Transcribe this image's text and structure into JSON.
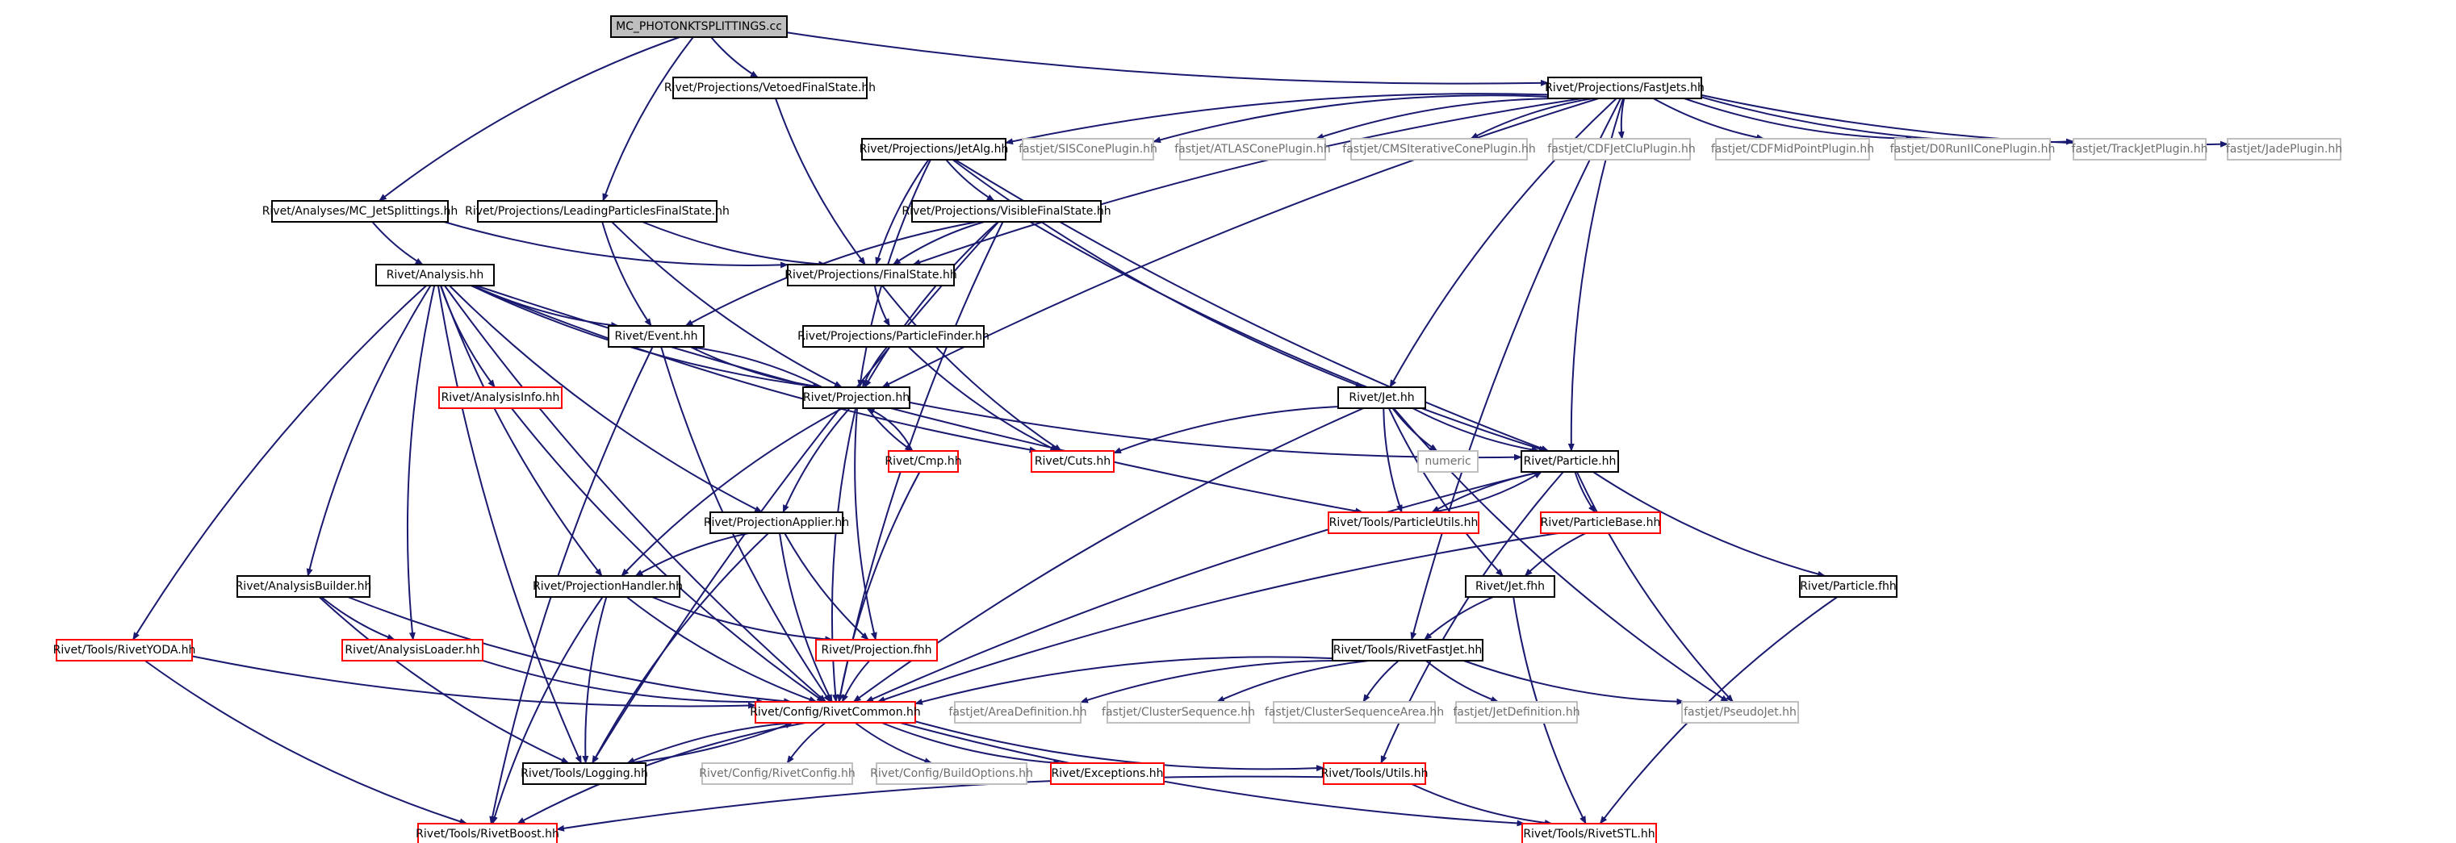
{
  "title": "MC_PHOTONKTSPLITTINGS.cc",
  "colors": {
    "edge": "#191970",
    "file_border": "#000000",
    "missing_border": "#bfbfbf",
    "error_border": "#ff0000",
    "root_fill": "#bfbfbf",
    "text": "#000000",
    "missing_text": "#6e6e6e"
  },
  "nodes": [
    {
      "id": "root",
      "label": "MC_PHOTONKTSPLITTINGS.cc",
      "kind": "root"
    },
    {
      "id": "vetoed",
      "label": "Rivet/Projections/VetoedFinalState.hh",
      "kind": "file"
    },
    {
      "id": "fastjets",
      "label": "Rivet/Projections/FastJets.hh",
      "kind": "file"
    },
    {
      "id": "mcjet",
      "label": "Rivet/Analyses/MC_JetSplittings.hh",
      "kind": "file"
    },
    {
      "id": "leading",
      "label": "Rivet/Projections/LeadingParticlesFinalState.hh",
      "kind": "file"
    },
    {
      "id": "jetalg",
      "label": "Rivet/Projections/JetAlg.hh",
      "kind": "file"
    },
    {
      "id": "siscone",
      "label": "fastjet/SISConePlugin.hh",
      "kind": "missing"
    },
    {
      "id": "atlascone",
      "label": "fastjet/ATLASConePlugin.hh",
      "kind": "missing"
    },
    {
      "id": "cmscone",
      "label": "fastjet/CMSIterativeConePlugin.hh",
      "kind": "missing"
    },
    {
      "id": "cdfclu",
      "label": "fastjet/CDFJetCluPlugin.hh",
      "kind": "missing"
    },
    {
      "id": "cdfmid",
      "label": "fastjet/CDFMidPointPlugin.hh",
      "kind": "missing"
    },
    {
      "id": "d0run",
      "label": "fastjet/D0RunIIConePlugin.hh",
      "kind": "missing"
    },
    {
      "id": "trackjet",
      "label": "fastjet/TrackJetPlugin.hh",
      "kind": "missing"
    },
    {
      "id": "jade",
      "label": "fastjet/JadePlugin.hh",
      "kind": "missing"
    },
    {
      "id": "visible",
      "label": "Rivet/Projections/VisibleFinalState.hh",
      "kind": "file"
    },
    {
      "id": "analysis",
      "label": "Rivet/Analysis.hh",
      "kind": "file"
    },
    {
      "id": "finalstate",
      "label": "Rivet/Projections/FinalState.hh",
      "kind": "file"
    },
    {
      "id": "event",
      "label": "Rivet/Event.hh",
      "kind": "file"
    },
    {
      "id": "pfinder",
      "label": "Rivet/Projections/ParticleFinder.hh",
      "kind": "file"
    },
    {
      "id": "anainfo",
      "label": "Rivet/AnalysisInfo.hh",
      "kind": "error"
    },
    {
      "id": "projection",
      "label": "Rivet/Projection.hh",
      "kind": "file"
    },
    {
      "id": "jet",
      "label": "Rivet/Jet.hh",
      "kind": "file"
    },
    {
      "id": "cmp",
      "label": "Rivet/Cmp.hh",
      "kind": "error"
    },
    {
      "id": "cuts",
      "label": "Rivet/Cuts.hh",
      "kind": "error"
    },
    {
      "id": "numeric",
      "label": "numeric",
      "kind": "missing"
    },
    {
      "id": "particle",
      "label": "Rivet/Particle.hh",
      "kind": "file"
    },
    {
      "id": "putils",
      "label": "Rivet/Tools/ParticleUtils.hh",
      "kind": "error"
    },
    {
      "id": "projapplier",
      "label": "Rivet/ProjectionApplier.hh",
      "kind": "file"
    },
    {
      "id": "pbase",
      "label": "Rivet/ParticleBase.hh",
      "kind": "error"
    },
    {
      "id": "anabuilder",
      "label": "Rivet/AnalysisBuilder.hh",
      "kind": "file"
    },
    {
      "id": "projhandler",
      "label": "Rivet/ProjectionHandler.hh",
      "kind": "file"
    },
    {
      "id": "jetfhh",
      "label": "Rivet/Jet.fhh",
      "kind": "file"
    },
    {
      "id": "particlefhh",
      "label": "Rivet/Particle.fhh",
      "kind": "file"
    },
    {
      "id": "rivetyoda",
      "label": "Rivet/Tools/RivetYODA.hh",
      "kind": "error"
    },
    {
      "id": "analoader",
      "label": "Rivet/AnalysisLoader.hh",
      "kind": "error"
    },
    {
      "id": "projfhh",
      "label": "Rivet/Projection.fhh",
      "kind": "error"
    },
    {
      "id": "fastjethh",
      "label": "Rivet/Tools/RivetFastJet.hh",
      "kind": "file"
    },
    {
      "id": "common",
      "label": "Rivet/Config/RivetCommon.hh",
      "kind": "error"
    },
    {
      "id": "areadef",
      "label": "fastjet/AreaDefinition.hh",
      "kind": "missing"
    },
    {
      "id": "clseq",
      "label": "fastjet/ClusterSequence.hh",
      "kind": "missing"
    },
    {
      "id": "clseqarea",
      "label": "fastjet/ClusterSequenceArea.hh",
      "kind": "missing"
    },
    {
      "id": "jetdef",
      "label": "fastjet/JetDefinition.hh",
      "kind": "missing"
    },
    {
      "id": "pseudojet",
      "label": "fastjet/PseudoJet.hh",
      "kind": "missing"
    },
    {
      "id": "logging",
      "label": "Rivet/Tools/Logging.hh",
      "kind": "file"
    },
    {
      "id": "rconfig",
      "label": "Rivet/Config/RivetConfig.hh",
      "kind": "missing"
    },
    {
      "id": "buildopts",
      "label": "Rivet/Config/BuildOptions.hh",
      "kind": "missing"
    },
    {
      "id": "exceptions",
      "label": "Rivet/Exceptions.hh",
      "kind": "error"
    },
    {
      "id": "utils",
      "label": "Rivet/Tools/Utils.hh",
      "kind": "error"
    },
    {
      "id": "boost",
      "label": "Rivet/Tools/RivetBoost.hh",
      "kind": "error"
    },
    {
      "id": "stl",
      "label": "Rivet/Tools/RivetSTL.hh",
      "kind": "error"
    }
  ],
  "edges": [
    [
      "root",
      "vetoed"
    ],
    [
      "root",
      "fastjets"
    ],
    [
      "root",
      "mcjet"
    ],
    [
      "root",
      "leading"
    ],
    [
      "vetoed",
      "finalstate"
    ],
    [
      "fastjets",
      "jetalg"
    ],
    [
      "fastjets",
      "siscone"
    ],
    [
      "fastjets",
      "atlascone"
    ],
    [
      "fastjets",
      "cmscone"
    ],
    [
      "fastjets",
      "cdfclu"
    ],
    [
      "fastjets",
      "cdfmid"
    ],
    [
      "fastjets",
      "d0run"
    ],
    [
      "fastjets",
      "trackjet"
    ],
    [
      "fastjets",
      "jade"
    ],
    [
      "fastjets",
      "finalstate"
    ],
    [
      "fastjets",
      "projection"
    ],
    [
      "fastjets",
      "jet"
    ],
    [
      "fastjets",
      "particle"
    ],
    [
      "fastjets",
      "fastjethh"
    ],
    [
      "mcjet",
      "analysis"
    ],
    [
      "mcjet",
      "finalstate"
    ],
    [
      "leading",
      "finalstate"
    ],
    [
      "leading",
      "event"
    ],
    [
      "leading",
      "projection"
    ],
    [
      "jetalg",
      "visible"
    ],
    [
      "jetalg",
      "finalstate"
    ],
    [
      "jetalg",
      "projection"
    ],
    [
      "jetalg",
      "jet"
    ],
    [
      "jetalg",
      "particle"
    ],
    [
      "visible",
      "finalstate"
    ],
    [
      "visible",
      "event"
    ],
    [
      "visible",
      "projection"
    ],
    [
      "visible",
      "particle"
    ],
    [
      "visible",
      "common"
    ],
    [
      "visible",
      "logging"
    ],
    [
      "analysis",
      "event"
    ],
    [
      "analysis",
      "anainfo"
    ],
    [
      "analysis",
      "projection"
    ],
    [
      "analysis",
      "projapplier"
    ],
    [
      "analysis",
      "projhandler"
    ],
    [
      "analysis",
      "anabuilder"
    ],
    [
      "analysis",
      "analoader"
    ],
    [
      "analysis",
      "rivetyoda"
    ],
    [
      "analysis",
      "common"
    ],
    [
      "analysis",
      "logging"
    ],
    [
      "analysis",
      "putils"
    ],
    [
      "analysis",
      "cuts"
    ],
    [
      "finalstate",
      "pfinder"
    ],
    [
      "finalstate",
      "cuts"
    ],
    [
      "pfinder",
      "projection"
    ],
    [
      "pfinder",
      "cuts"
    ],
    [
      "event",
      "projection"
    ],
    [
      "event",
      "common"
    ],
    [
      "event",
      "boost"
    ],
    [
      "anainfo",
      "common"
    ],
    [
      "projection",
      "event"
    ],
    [
      "projection",
      "cmp"
    ],
    [
      "projection",
      "projapplier"
    ],
    [
      "projection",
      "projhandler"
    ],
    [
      "projection",
      "projfhh"
    ],
    [
      "projection",
      "common"
    ],
    [
      "projection",
      "particle"
    ],
    [
      "cmp",
      "projection"
    ],
    [
      "cmp",
      "common"
    ],
    [
      "jet",
      "particle"
    ],
    [
      "jet",
      "cuts"
    ],
    [
      "jet",
      "numeric"
    ],
    [
      "jet",
      "putils"
    ],
    [
      "jet",
      "jetfhh"
    ],
    [
      "jet",
      "common"
    ],
    [
      "jet",
      "pseudojet"
    ],
    [
      "particle",
      "pbase"
    ],
    [
      "particle",
      "putils"
    ],
    [
      "particle",
      "particlefhh"
    ],
    [
      "particle",
      "common"
    ],
    [
      "particle",
      "utils"
    ],
    [
      "particle",
      "pseudojet"
    ],
    [
      "putils",
      "particle"
    ],
    [
      "pbase",
      "jetfhh"
    ],
    [
      "pbase",
      "common"
    ],
    [
      "projapplier",
      "projhandler"
    ],
    [
      "projapplier",
      "projfhh"
    ],
    [
      "projapplier",
      "common"
    ],
    [
      "projapplier",
      "logging"
    ],
    [
      "anabuilder",
      "analoader"
    ],
    [
      "anabuilder",
      "common"
    ],
    [
      "anabuilder",
      "logging"
    ],
    [
      "projhandler",
      "projfhh"
    ],
    [
      "projhandler",
      "common"
    ],
    [
      "projhandler",
      "logging"
    ],
    [
      "projhandler",
      "boost"
    ],
    [
      "jetfhh",
      "fastjethh"
    ],
    [
      "jetfhh",
      "stl"
    ],
    [
      "particlefhh",
      "stl"
    ],
    [
      "rivetyoda",
      "common"
    ],
    [
      "rivetyoda",
      "boost"
    ],
    [
      "analoader",
      "common"
    ],
    [
      "projfhh",
      "common"
    ],
    [
      "fastjethh",
      "common"
    ],
    [
      "fastjethh",
      "areadef"
    ],
    [
      "fastjethh",
      "clseq"
    ],
    [
      "fastjethh",
      "clseqarea"
    ],
    [
      "fastjethh",
      "jetdef"
    ],
    [
      "fastjethh",
      "pseudojet"
    ],
    [
      "common",
      "logging"
    ],
    [
      "common",
      "rconfig"
    ],
    [
      "common",
      "buildopts"
    ],
    [
      "common",
      "exceptions"
    ],
    [
      "common",
      "utils"
    ],
    [
      "common",
      "boost"
    ],
    [
      "common",
      "stl"
    ],
    [
      "logging",
      "common"
    ],
    [
      "utils",
      "boost"
    ],
    [
      "utils",
      "stl"
    ]
  ]
}
